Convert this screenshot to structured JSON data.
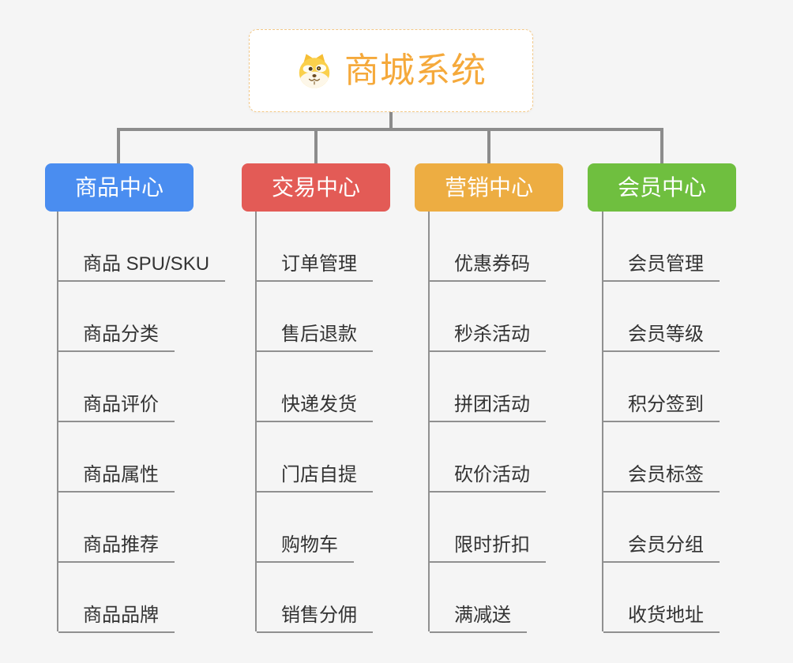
{
  "root": {
    "title": "商城系统",
    "icon": "shiba-dog-icon"
  },
  "branches": [
    {
      "id": "product-center",
      "label": "商品中心",
      "color": "#4A8DF0",
      "items": [
        "商品 SPU/SKU",
        "商品分类",
        "商品评价",
        "商品属性",
        "商品推荐",
        "商品品牌"
      ]
    },
    {
      "id": "trade-center",
      "label": "交易中心",
      "color": "#E35B56",
      "items": [
        "订单管理",
        "售后退款",
        "快递发货",
        "门店自提",
        "购物车",
        "销售分佣"
      ]
    },
    {
      "id": "marketing-center",
      "label": "营销中心",
      "color": "#EDAD42",
      "items": [
        "优惠券码",
        "秒杀活动",
        "拼团活动",
        "砍价活动",
        "限时折扣",
        "满减送"
      ]
    },
    {
      "id": "member-center",
      "label": "会员中心",
      "color": "#6FBF3F",
      "items": [
        "会员管理",
        "会员等级",
        "积分签到",
        "会员标签",
        "会员分组",
        "收货地址"
      ]
    }
  ],
  "colors": {
    "background": "#F5F5F5",
    "connector": "#8C8C8C",
    "leaf_line": "#909090",
    "leaf_text": "#333333",
    "branch_label_text": "#FFFFFF",
    "root_accent": "#F5A93B",
    "root_border": "#F3C887",
    "root_background": "#FFFFFF"
  }
}
